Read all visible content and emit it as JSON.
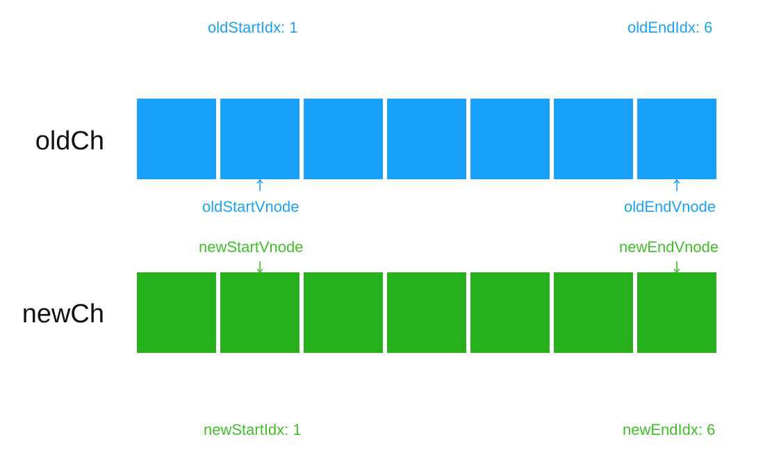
{
  "colors": {
    "old": "#17a1fa",
    "new": "#26b01c",
    "old_text": "#1aa2f3",
    "new_text": "#3fbe28",
    "label": "#111111"
  },
  "old": {
    "row_label": "oldCh",
    "start_idx_text": "oldStartIdx: 1",
    "end_idx_text": "oldEndIdx: 6",
    "start_vnode_text": "oldStartVnode",
    "end_vnode_text": "oldEndVnode",
    "box_count": 7
  },
  "new": {
    "row_label": "newCh",
    "start_idx_text": "newStartIdx: 1",
    "end_idx_text": "newEndIdx: 6",
    "start_vnode_text": "newStartVnode",
    "end_vnode_text": "newEndVnode",
    "box_count": 7
  }
}
